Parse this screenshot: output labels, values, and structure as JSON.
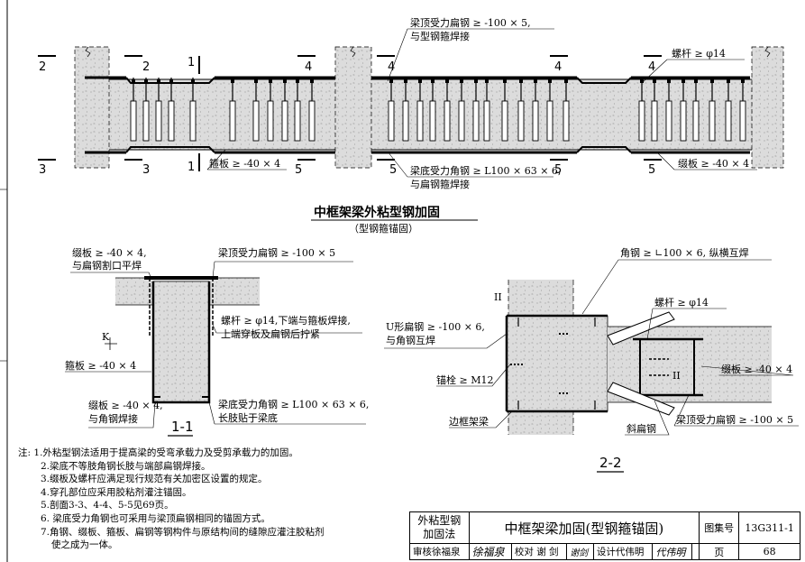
{
  "top": {
    "title": "中框架梁外粘型钢加固",
    "subtitle": "（型钢箍锚固）",
    "callouts": {
      "top_flat_1": "梁顶受力扁钢 ≥ -100 × 5,",
      "top_flat_2": "与型钢箍焊接",
      "bolt": "螺杆 ≥ φ14",
      "hoop": "箍板 ≥ -40 × 4",
      "bottom_angle_1": "梁底受力角钢 ≥ L100 × 63 × 6,",
      "bottom_angle_2": "与扁钢箍焊接",
      "batten": "缀板 ≥ -40 × 4"
    },
    "section_marks": [
      "2",
      "2",
      "1",
      "4",
      "4",
      "4",
      "4",
      "3",
      "3",
      "1",
      "5",
      "5",
      "5",
      "5"
    ]
  },
  "sec11": {
    "label": "1-1",
    "batten1_1": "缀板 ≥ -40 × 4,",
    "batten1_2": "与扁钢割口平焊",
    "top_flat": "梁顶受力扁钢 ≥ -100 × 5",
    "bolt_1": "螺杆 ≥ φ14,下端与箍板焊接,",
    "bolt_2": "上端穿板及扁钢后拧紧",
    "hoop": "箍板 ≥ -40 × 4",
    "batten2_1": "缀板 ≥ -40 × 4,",
    "batten2_2": "与角钢焊接",
    "bottom_angle_1": "梁底受力角钢 ≥ L100 × 63 × 6,",
    "bottom_angle_2": "长肢贴于梁底",
    "k_mark": "K"
  },
  "sec22": {
    "label": "2-2",
    "angle": "角钢 ≥ ∟100 × 6, 纵横互焊",
    "bolt": "螺杆 ≥ φ14",
    "u_flat_1": "U形扁钢 ≥ -100 × 6,",
    "u_flat_2": "与角钢互焊",
    "anchor": "锚栓 ≥ M12",
    "batten": "缀板 ≥ -40 × 4",
    "edge_beam": "边框架梁",
    "diag": "斜扁钢",
    "top_flat": "梁顶受力扁钢 ≥ -100 × 5",
    "ii": "II"
  },
  "notes": {
    "prefix": "注:",
    "items": [
      "1.外粘型钢法适用于提高梁的受弯承载力及受剪承载力的加固。",
      "2.梁底不等肢角钢长肢与端部扁钢焊接。",
      "3.缀板及螺杆应满足现行规范有关加密区设置的规定。",
      "4.穿孔部位应采用胶粘剂灌注锚固。",
      "5.剖面3-3、4-4、5-5见69页。",
      "6. 梁底受力角钢也可采用与梁顶扁钢相同的锚固方式。",
      "7.角钢、缀板、箍板、扁钢等钢构件与原结构间的缝隙应灌注胶粘剂",
      "使之成为一体。"
    ]
  },
  "titleblock": {
    "category_1": "外粘型钢",
    "category_2": "加固法",
    "title": "中框架梁加固(型钢箍锚固)",
    "atlas_label": "图集号",
    "atlas_no": "13G311-1",
    "review_label": "审核",
    "review_name": "徐福泉",
    "review_sign": "徐福泉",
    "check_label": "校对",
    "check_name": "谢 剑",
    "check_sign": "谢剑",
    "design_label": "设计",
    "design_name": "代伟明",
    "design_sign": "代伟明",
    "page_label": "页",
    "page_no": "68"
  }
}
